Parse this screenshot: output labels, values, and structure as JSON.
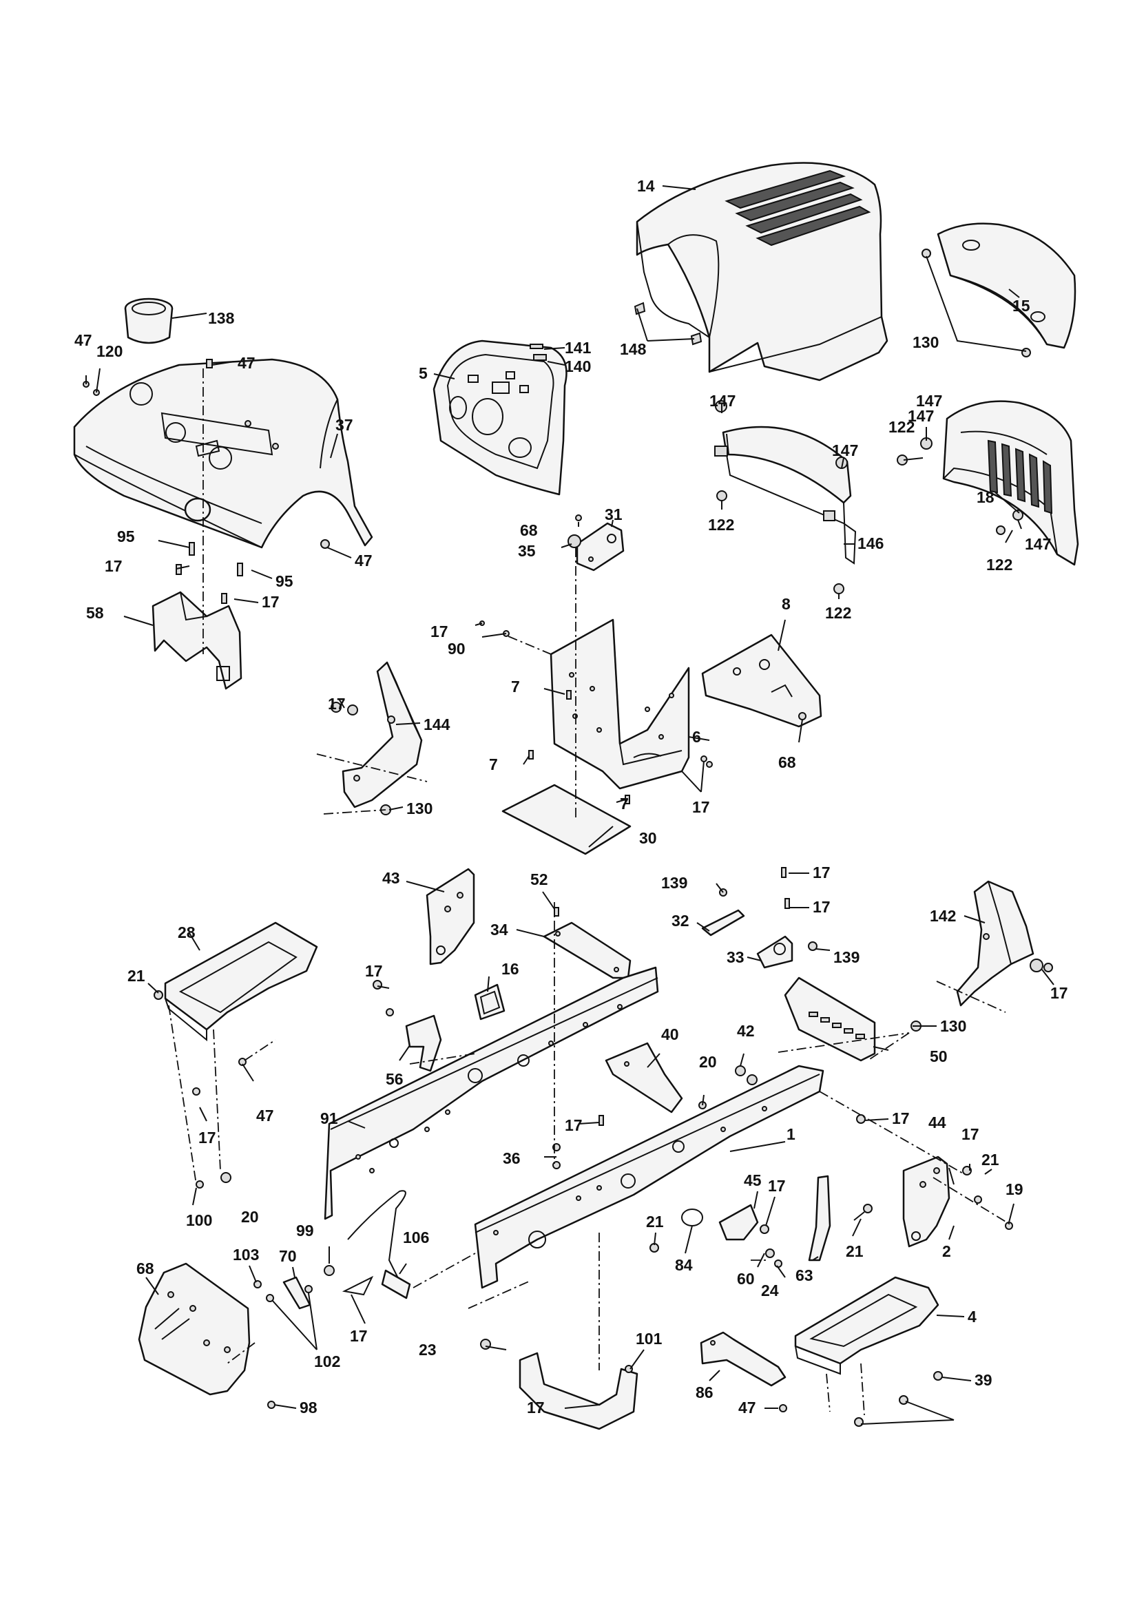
{
  "diagram": {
    "callouts": [
      {
        "id": "c1",
        "text": "14"
      },
      {
        "id": "c2",
        "text": "15"
      },
      {
        "id": "c3",
        "text": "130"
      },
      {
        "id": "c4",
        "text": "148"
      },
      {
        "id": "c5",
        "text": "138"
      },
      {
        "id": "c6",
        "text": "47"
      },
      {
        "id": "c7",
        "text": "120"
      },
      {
        "id": "c8",
        "text": "47"
      },
      {
        "id": "c9",
        "text": "141"
      },
      {
        "id": "c10",
        "text": "140"
      },
      {
        "id": "c11",
        "text": "5"
      },
      {
        "id": "c12",
        "text": "37"
      },
      {
        "id": "c13",
        "text": "147"
      },
      {
        "id": "c14",
        "text": "147"
      },
      {
        "id": "c15",
        "text": "122"
      },
      {
        "id": "c16",
        "text": "147"
      },
      {
        "id": "c17",
        "text": "147"
      },
      {
        "id": "c18",
        "text": "18"
      },
      {
        "id": "c19",
        "text": "122"
      },
      {
        "id": "c20",
        "text": "147"
      },
      {
        "id": "c21",
        "text": "122"
      },
      {
        "id": "c22",
        "text": "68"
      },
      {
        "id": "c23",
        "text": "31"
      },
      {
        "id": "c24",
        "text": "35"
      },
      {
        "id": "c25",
        "text": "146"
      },
      {
        "id": "c26",
        "text": "122"
      },
      {
        "id": "c27",
        "text": "95"
      },
      {
        "id": "c28",
        "text": "47"
      },
      {
        "id": "c29",
        "text": "17"
      },
      {
        "id": "c30",
        "text": "95"
      },
      {
        "id": "c31",
        "text": "17"
      },
      {
        "id": "c32",
        "text": "58"
      },
      {
        "id": "c33",
        "text": "17"
      },
      {
        "id": "c34",
        "text": "90"
      },
      {
        "id": "c35",
        "text": "8"
      },
      {
        "id": "c36",
        "text": "7"
      },
      {
        "id": "c37",
        "text": "17"
      },
      {
        "id": "c38",
        "text": "144"
      },
      {
        "id": "c39",
        "text": "6"
      },
      {
        "id": "c40",
        "text": "68"
      },
      {
        "id": "c41",
        "text": "7"
      },
      {
        "id": "c42",
        "text": "17"
      },
      {
        "id": "c43",
        "text": "7"
      },
      {
        "id": "c44",
        "text": "130"
      },
      {
        "id": "c45",
        "text": "30"
      },
      {
        "id": "c46",
        "text": "43"
      },
      {
        "id": "c47",
        "text": "52"
      },
      {
        "id": "c48",
        "text": "139"
      },
      {
        "id": "c49",
        "text": "17"
      },
      {
        "id": "c50",
        "text": "17"
      },
      {
        "id": "c51",
        "text": "32"
      },
      {
        "id": "c52",
        "text": "142"
      },
      {
        "id": "c53",
        "text": "28"
      },
      {
        "id": "c54",
        "text": "34"
      },
      {
        "id": "c55",
        "text": "33"
      },
      {
        "id": "c56",
        "text": "139"
      },
      {
        "id": "c57",
        "text": "17"
      },
      {
        "id": "c58",
        "text": "21"
      },
      {
        "id": "c59",
        "text": "17"
      },
      {
        "id": "c60",
        "text": "16"
      },
      {
        "id": "c61",
        "text": "130"
      },
      {
        "id": "c62",
        "text": "50"
      },
      {
        "id": "c63",
        "text": "56"
      },
      {
        "id": "c64",
        "text": "40"
      },
      {
        "id": "c65",
        "text": "42"
      },
      {
        "id": "c66",
        "text": "20"
      },
      {
        "id": "c67",
        "text": "47"
      },
      {
        "id": "c68",
        "text": "91"
      },
      {
        "id": "c69",
        "text": "17"
      },
      {
        "id": "c70",
        "text": "17"
      },
      {
        "id": "c71",
        "text": "44"
      },
      {
        "id": "c72",
        "text": "17"
      },
      {
        "id": "c73",
        "text": "1"
      },
      {
        "id": "c74",
        "text": "21"
      },
      {
        "id": "c75",
        "text": "36"
      },
      {
        "id": "c76",
        "text": "17"
      },
      {
        "id": "c77",
        "text": "20"
      },
      {
        "id": "c78",
        "text": "45"
      },
      {
        "id": "c79",
        "text": "17"
      },
      {
        "id": "c80",
        "text": "19"
      },
      {
        "id": "c81",
        "text": "100"
      },
      {
        "id": "c82",
        "text": "99"
      },
      {
        "id": "c83",
        "text": "106"
      },
      {
        "id": "c84",
        "text": "21"
      },
      {
        "id": "c85",
        "text": "21"
      },
      {
        "id": "c86",
        "text": "2"
      },
      {
        "id": "c87",
        "text": "68"
      },
      {
        "id": "c88",
        "text": "103"
      },
      {
        "id": "c89",
        "text": "70"
      },
      {
        "id": "c90",
        "text": "84"
      },
      {
        "id": "c91",
        "text": "63"
      },
      {
        "id": "c92",
        "text": "60"
      },
      {
        "id": "c93",
        "text": "24"
      },
      {
        "id": "c94",
        "text": "4"
      },
      {
        "id": "c95",
        "text": "102"
      },
      {
        "id": "c96",
        "text": "17"
      },
      {
        "id": "c97",
        "text": "101"
      },
      {
        "id": "c98",
        "text": "23"
      },
      {
        "id": "c99",
        "text": "39"
      },
      {
        "id": "c100",
        "text": "86"
      },
      {
        "id": "c101",
        "text": "98"
      },
      {
        "id": "c102",
        "text": "17"
      },
      {
        "id": "c103",
        "text": "47"
      }
    ]
  }
}
